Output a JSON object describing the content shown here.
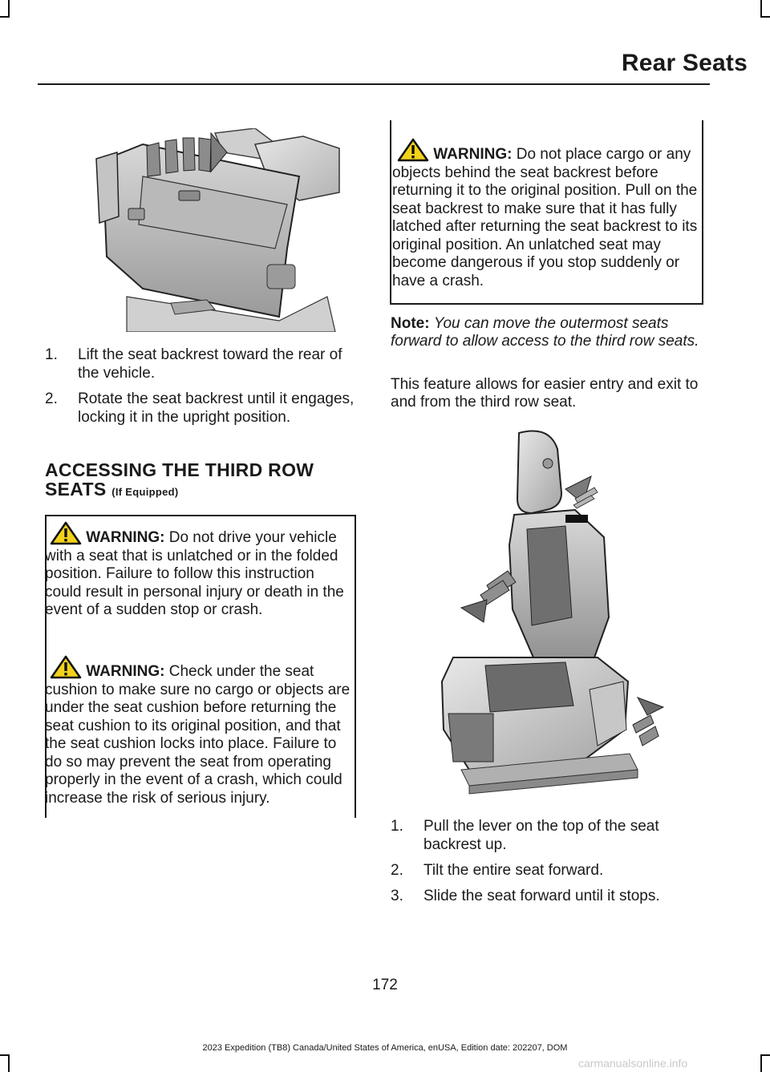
{
  "header": {
    "title": "Rear Seats"
  },
  "left": {
    "steps": [
      {
        "num": "1.",
        "text": "Lift the seat backrest toward the rear of the vehicle."
      },
      {
        "num": "2.",
        "text": "Rotate the seat backrest until it engages, locking it in the upright position."
      }
    ],
    "section": {
      "heading": "ACCESSING THE THIRD ROW SEATS",
      "suffix": "(If Equipped)"
    },
    "warnings": [
      {
        "label": "WARNING:",
        "text": "Do not drive your vehicle with a seat that is unlatched or in the folded position. Failure to follow this instruction could result in personal injury or death in the event of a sudden stop or crash."
      },
      {
        "label": "WARNING:",
        "text": "Check under the seat cushion to make sure no cargo or objects are under the seat cushion before returning the seat cushion to its original position, and that the seat cushion locks into place. Failure to do so may prevent the seat from operating properly in the event of a crash, which could increase the risk of serious injury."
      }
    ]
  },
  "right": {
    "warning": {
      "label": "WARNING:",
      "text": "Do not place cargo or any objects behind the seat backrest before returning it to the original position. Pull on the seat backrest to make sure that it has fully latched after returning the seat backrest to its original position. An unlatched seat may become dangerous if you stop suddenly or have a crash."
    },
    "note": {
      "label": "Note:",
      "text": "You can move the outermost seats forward to allow access to the third row seats."
    },
    "paragraph": "This feature allows for easier entry and exit to and from the third row seat.",
    "steps": [
      {
        "num": "1.",
        "text": "Pull the lever on the top of the seat backrest up."
      },
      {
        "num": "2.",
        "text": "Tilt the entire seat forward."
      },
      {
        "num": "3.",
        "text": "Slide the seat forward until it stops."
      }
    ]
  },
  "footer": {
    "page_number": "172",
    "edition": "2023 Expedition (TB8) Canada/United States of America, enUSA, Edition date: 202207, DOM"
  },
  "watermark": "carmanualsonline.info",
  "icons": {
    "warning": "warning-triangle-icon",
    "warning_fill": "#f2d21a"
  }
}
